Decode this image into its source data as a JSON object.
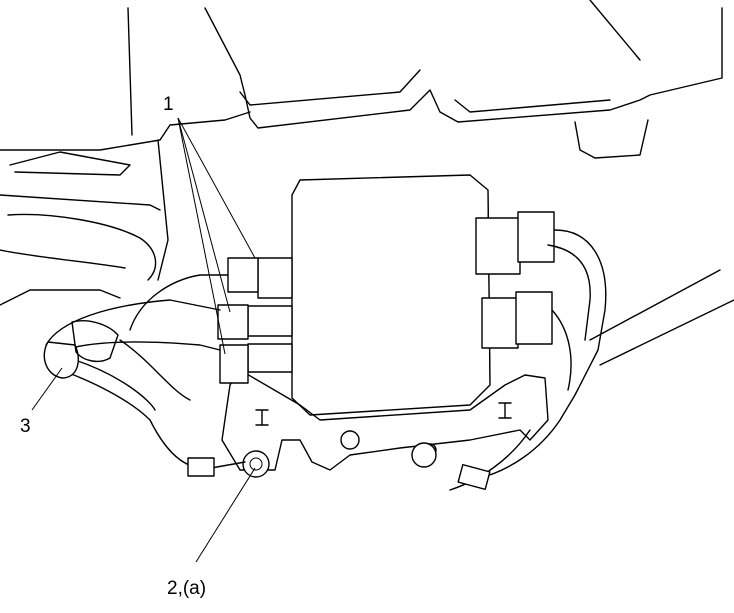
{
  "callouts": {
    "c1": "1",
    "c2": "2,(a)",
    "c3": "3"
  }
}
